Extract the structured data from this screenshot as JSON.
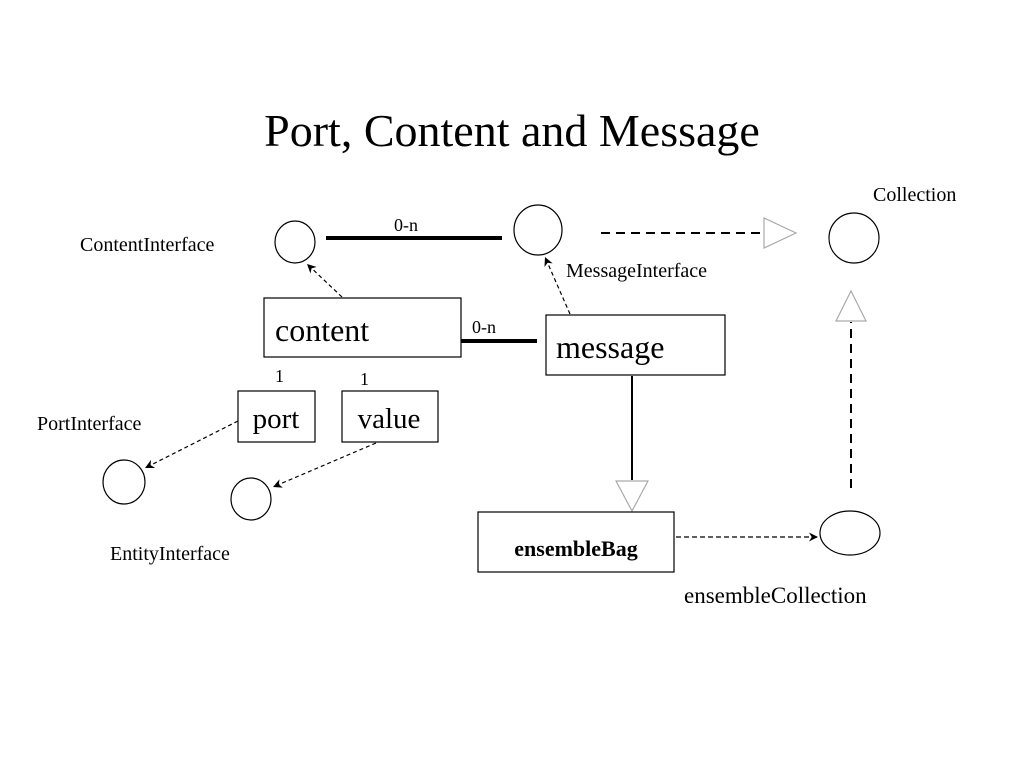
{
  "title": "Port, Content and Message",
  "nodes": {
    "content": "content",
    "message": "message",
    "port": "port",
    "value": "value",
    "ensemble_bag": "ensembleBag"
  },
  "interfaces": {
    "content_interface": "ContentInterface",
    "message_interface": "MessageInterface",
    "collection": "Collection",
    "port_interface": "PortInterface",
    "entity_interface": "EntityInterface",
    "ensemble_collection": "ensembleCollection"
  },
  "multiplicities": {
    "interface_link": "0-n",
    "content_message": "0-n",
    "port": "1",
    "value": "1"
  }
}
